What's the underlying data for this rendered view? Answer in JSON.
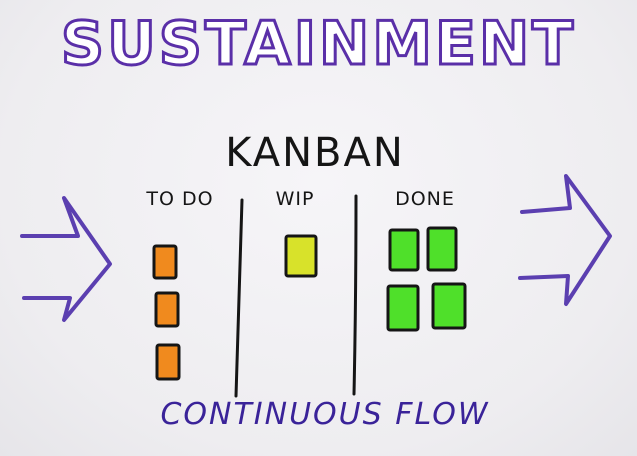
{
  "title": "SUSTAINMENT",
  "subtitle": "KANBAN",
  "columns": [
    {
      "label": "TO DO",
      "cards": 3,
      "card_color": "#f08a1e"
    },
    {
      "label": "WIP",
      "cards": 1,
      "card_color": "#d8e22a"
    },
    {
      "label": "DONE",
      "cards": 4,
      "card_color": "#4fe02a"
    }
  ],
  "footer": "CONTINUOUS FLOW",
  "colors": {
    "title_outline": "#5a2fa8",
    "arrow": "#5b3fb0",
    "ink": "#151515",
    "footer": "#3a2399"
  },
  "icons": [
    "arrow-right-icon",
    "arrow-right-icon"
  ]
}
